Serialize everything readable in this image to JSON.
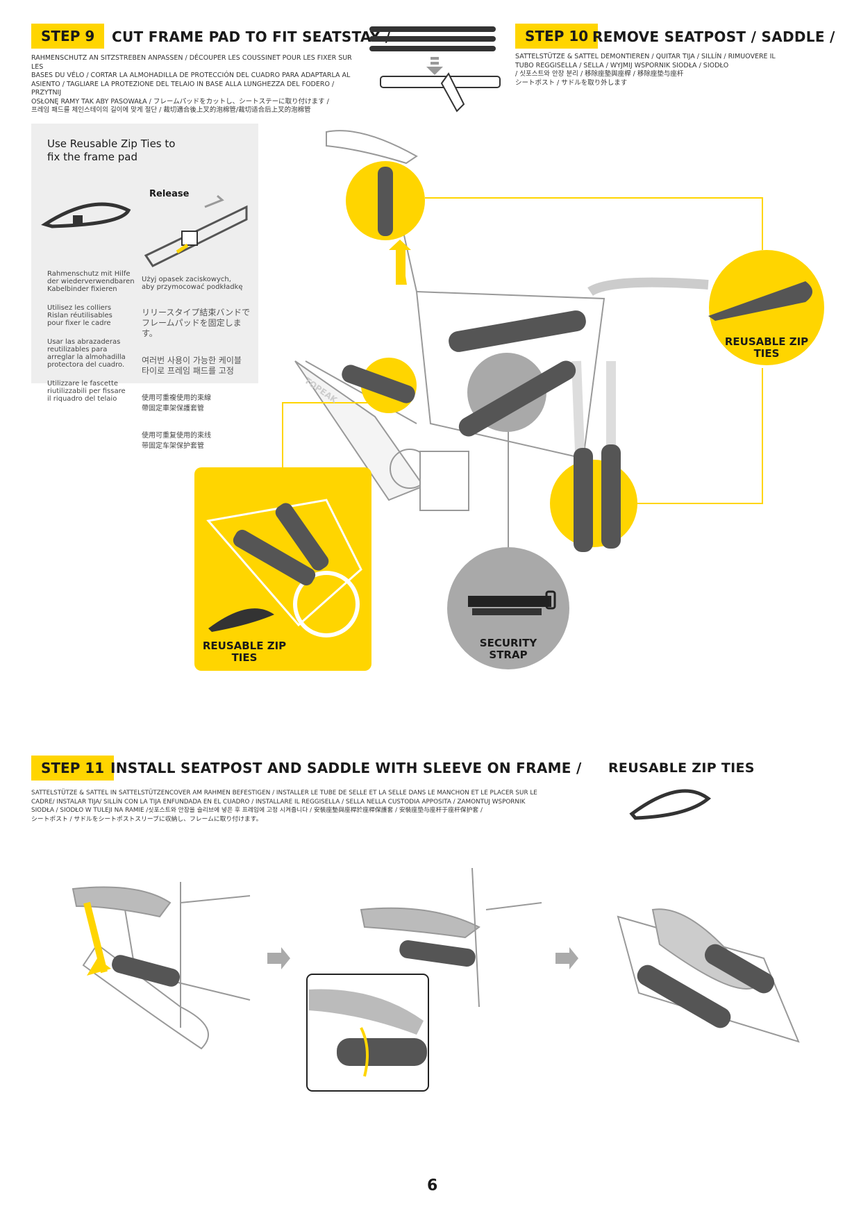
{
  "step9": {
    "badge": "STEP 9",
    "title": "CUT FRAME PAD TO FIT SEATSTAY /",
    "subtitle_lines": [
      "RAHMENSCHUTZ AN SITZSTREBEN ANPASSEN / DÉCOUPER LES COUSSINET POUR LES FIXER SUR LES",
      "BASES DU VÉLO / CORTAR LA ALMOHADILLA DE PROTECCIÓN DEL CUADRO PARA ADAPTARLA AL",
      "ASIENTO / TAGLIARE LA PROTEZIONE DEL TELAIO IN BASE ALLA LUNGHEZZA DEL FODERO / PRZYTNIJ",
      "OSŁONĘ RAMY TAK ABY PASOWAŁA / フレームパッドをカットし、シートステーに取り付けます /",
      "프레임 패드를 체인스테이의 길이에 맞게 절단 / 裁切適合後上叉的泡棉管/裁切适合后上叉的泡棉管"
    ]
  },
  "step10": {
    "badge": "STEP 10",
    "title": "REMOVE SEATPOST / SADDLE /",
    "subtitle_lines": [
      "SATTELSTÜTZE & SATTEL DEMONTIEREN / QUITAR TIJA / SILLÍN / RIMUOVERE IL",
      "TUBO REGGISELLA / SELLA / WYJMIJ WSPORNIK SIODŁA / SIODŁO",
      "/ 싯포스트와 안장 분리 / 移除座墊與座桿 / 移除座垫与座杆",
      "シートポスト / サドルを取り外します"
    ]
  },
  "infobox": {
    "heading_lines": [
      "Use Reusable Zip Ties to",
      "fix the frame pad"
    ],
    "release_label": "Release",
    "left_col": [
      "Rahmenschutz mit Hilfe\nder wiederverwendbaren\nKabelbinder fixieren",
      "Utilisez les colliers\nRislan réutilisables\npour fixer le cadre",
      "Usar las abrazaderas\nreutilizables para\narreglar la almohadilla\nprotectora del cuadro.",
      "Utilizzare le fascette\nriutilizzabili per fissare\nil riquadro del telaio"
    ],
    "right_col": [
      "Użyj opasek zaciskowych,\naby przymocować podkładkę",
      "リリースタイプ結束バンドで\nフレームパッドを固定します。",
      "여러번 사용이 가능한 케이블\n타이로 프레임 패드를 고정",
      "使用可重複使用的束線\n帶固定車架保護套管",
      "使用可重复使用的束线\n带固定车架保护套管"
    ]
  },
  "callouts": {
    "zip_ties_right": "REUSABLE ZIP\nTIES",
    "zip_ties_inset": "REUSABLE ZIP\nTIES",
    "security_strap": "SECURITY\nSTRAP",
    "frame_brand": "TOPEAK"
  },
  "step11": {
    "badge": "STEP 11",
    "title": "INSTALL SEATPOST AND SADDLE WITH SLEEVE ON FRAME /",
    "subtitle_lines": [
      "SATTELSTÜTZE & SATTEL IN SATTELSTÜTZENCOVER AM RAHMEN BEFESTIGEN / INSTALLER LE TUBE DE SELLE ET LA SELLE DANS LE MANCHON ET LE PLACER SUR LE",
      "CADRE/ INSTALAR TIJA/ SILLÍN CON LA TIJA ENFUNDADA EN EL CUADRO / INSTALLARE IL REGGISELLA / SELLA NELLA CUSTODIA APPOSITA / ZAMONTUJ WSPORNIK",
      "SIODŁA / SIODŁO W TULEJI NA RAMIE /싯포스트와 안장을 슬리브에 넣은 후 프레임에 고정 시켜줍니다 / 安裝座墊與座桿於座桿保護套 / 安裝座垫与座杆于座杆保护套 /",
      "シートポスト / サドルをシートポストスリーブに収納し、フレームに取り付けます。"
    ],
    "zip_ties_heading": "REUSABLE ZIP TIES"
  },
  "page_number": "6",
  "colors": {
    "accent": "#ffd500",
    "pad": "#555555",
    "circle_gray": "#a9a9a9",
    "box_gray": "#eeeeee"
  }
}
